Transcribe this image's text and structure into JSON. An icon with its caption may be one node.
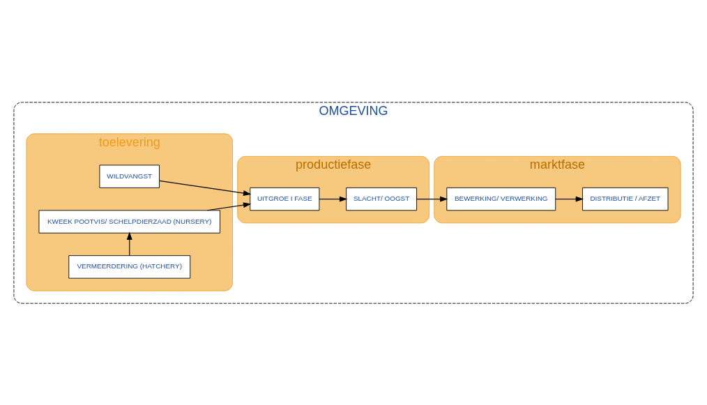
{
  "diagram": {
    "nodes": [
      {
        "text": [
          "OMGEVING"
        ]
      },
      {
        "text": [
          "toelevering"
        ],
        "in": 0
      },
      {
        "text": [
          "WILDVANGST"
        ],
        "in": 1
      },
      {
        "text": [
          "KWEEK POOTVIS/ SCHELPDIERZAAD (NURSERY)"
        ],
        "in": 1
      },
      {
        "text": [
          "VERMEERDERING (HATCHERY)"
        ],
        "in": 1
      },
      {
        "text": [
          "productiefase"
        ],
        "in": 0
      },
      {
        "text": [
          "UITGROE I FASE"
        ],
        "in": 5
      },
      {
        "text": [
          "SLACHT/ OOGST"
        ],
        "in": 5
      },
      {
        "text": [
          "marktfase"
        ],
        "in": 0
      },
      {
        "text": [
          "BEWERKING/ VERWERKING"
        ],
        "in": 8
      },
      {
        "text": [
          "DISTRIBUTIE / AFZET"
        ],
        "in": 8
      }
    ],
    "edges": [
      {
        "from": 2,
        "to": 6,
        "arrow": "to"
      },
      {
        "from": 3,
        "to": 6,
        "arrow": "to"
      },
      {
        "from": 4,
        "to": 3,
        "arrow": "to"
      },
      {
        "from": 6,
        "to": 7,
        "arrow": "to"
      },
      {
        "from": 7,
        "to": 9,
        "arrow": "to"
      },
      {
        "from": 9,
        "to": 10,
        "arrow": "to"
      }
    ]
  }
}
